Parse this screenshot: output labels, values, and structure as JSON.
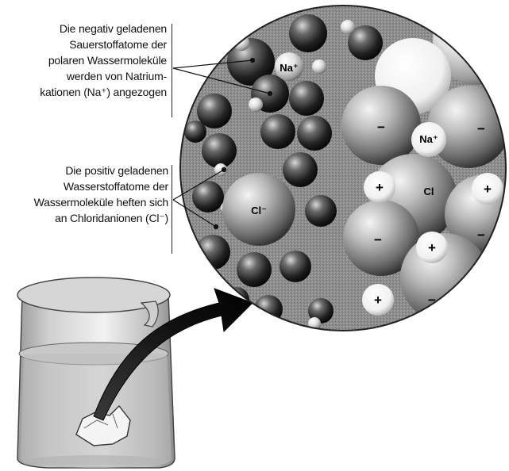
{
  "labels": {
    "oxygen": {
      "lines": [
        "Die negativ geladenen",
        "Sauerstoffatome der",
        "polaren Wassermoleküle",
        "werden von Natrium-",
        "kationen (Na⁺) angezogen"
      ]
    },
    "hydrogen": {
      "lines": [
        "Die positiv geladenen",
        "Wasserstoffatome der",
        "Wassermoleküle heften sich",
        "an Chloridanionen (Cl⁻)"
      ]
    }
  },
  "ions": {
    "sodium_symbol": "Na⁺",
    "chloride_symbol": "Cl⁻",
    "crystal_sodium": "Na⁺",
    "crystal_chloride": "Cl",
    "positive_sign": "+",
    "negative_sign": "−"
  },
  "colors": {
    "ink": "#111111",
    "background": "#ffffff",
    "magnified_fill": "#8f8f8f",
    "water_dark": "#1a1a1a",
    "ion_light": "#d9d9d9"
  }
}
